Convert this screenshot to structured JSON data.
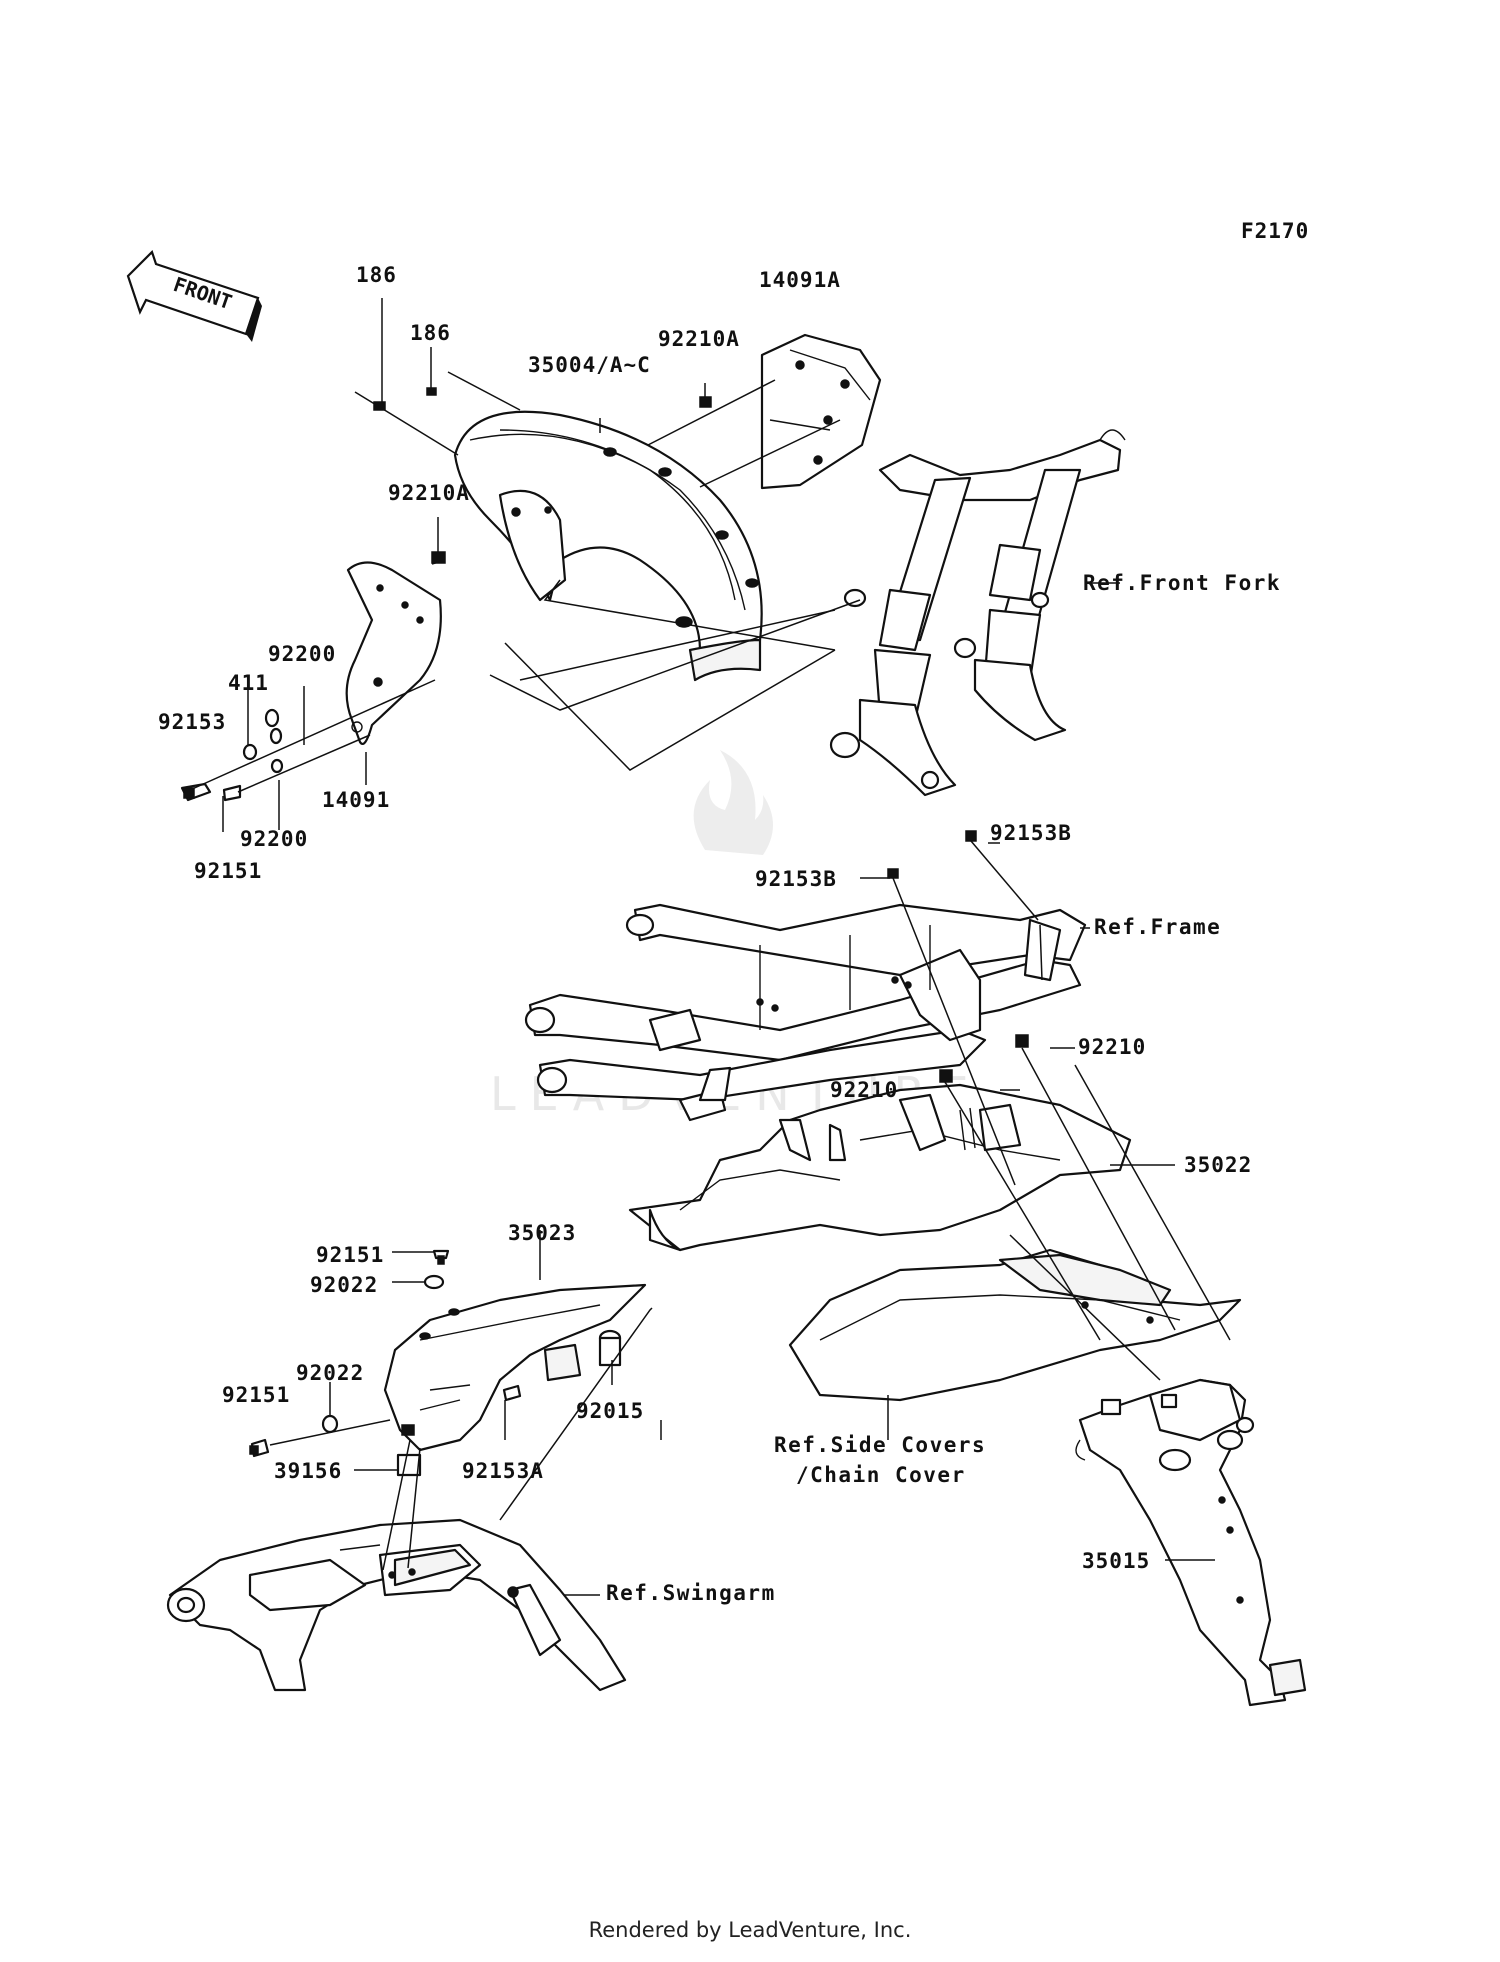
{
  "figure_code": "F2170",
  "front_arrow": "FRONT",
  "watermark": "LEADVENTURE",
  "footer": "Rendered by LeadVenture, Inc.",
  "part_labels": {
    "p14091A": "14091A",
    "p186a": "186",
    "p186b": "186",
    "p92210A_top": "92210A",
    "p35004": "35004/A~C",
    "p92210A_mid": "92210A",
    "p92200_upper": "92200",
    "p411": "411",
    "p92153": "92153",
    "p14091": "14091",
    "p92200_lower": "92200",
    "p92151_front": "92151",
    "p92153B_right": "92153B",
    "p92153B_left": "92153B",
    "p92210_right": "92210",
    "p92210_mid": "92210",
    "p35022": "35022",
    "p35023": "35023",
    "p92151_top": "92151",
    "p92022_top": "92022",
    "p92022_mid": "92022",
    "p92151_left": "92151",
    "p92015": "92015",
    "p92153A": "92153A",
    "p39156": "39156",
    "p35015": "35015"
  },
  "ref_labels": {
    "front_fork": "Ref.Front Fork",
    "frame": "Ref.Frame",
    "side_covers_1": "Ref.Side Covers",
    "side_covers_2": "/Chain Cover",
    "swingarm": "Ref.Swingarm"
  }
}
